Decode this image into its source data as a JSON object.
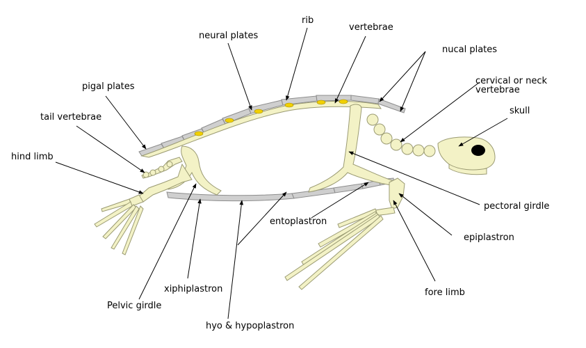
{
  "labels": {
    "rib": "rib",
    "vertebrae": "vertebrae",
    "neural_plates": "neural plates",
    "nucal_plates": "nucal plates",
    "pigal_plates": "pigal plates",
    "cervical_line1": "cervical or neck",
    "cervical_line2": "vertebrae",
    "skull": "skull",
    "tail_vertebrae": "tail vertebrae",
    "hind_limb": "hind limb",
    "pectoral_girdle": "pectoral girdle",
    "entoplastron": "entoplastron",
    "epiplastron": "epiplastron",
    "xiphiplastron": "xiphiplastron",
    "fore_limb": "fore limb",
    "pelvic_girdle": "Pelvic girdle",
    "hyo_hypoplastron": "hyo & hypoplastron"
  },
  "colors": {
    "bone": "#f3f2c6",
    "plate": "#cfcfcf",
    "rib_marks": "#f1d000",
    "leader_lines": "#000000",
    "background": "#ffffff"
  }
}
